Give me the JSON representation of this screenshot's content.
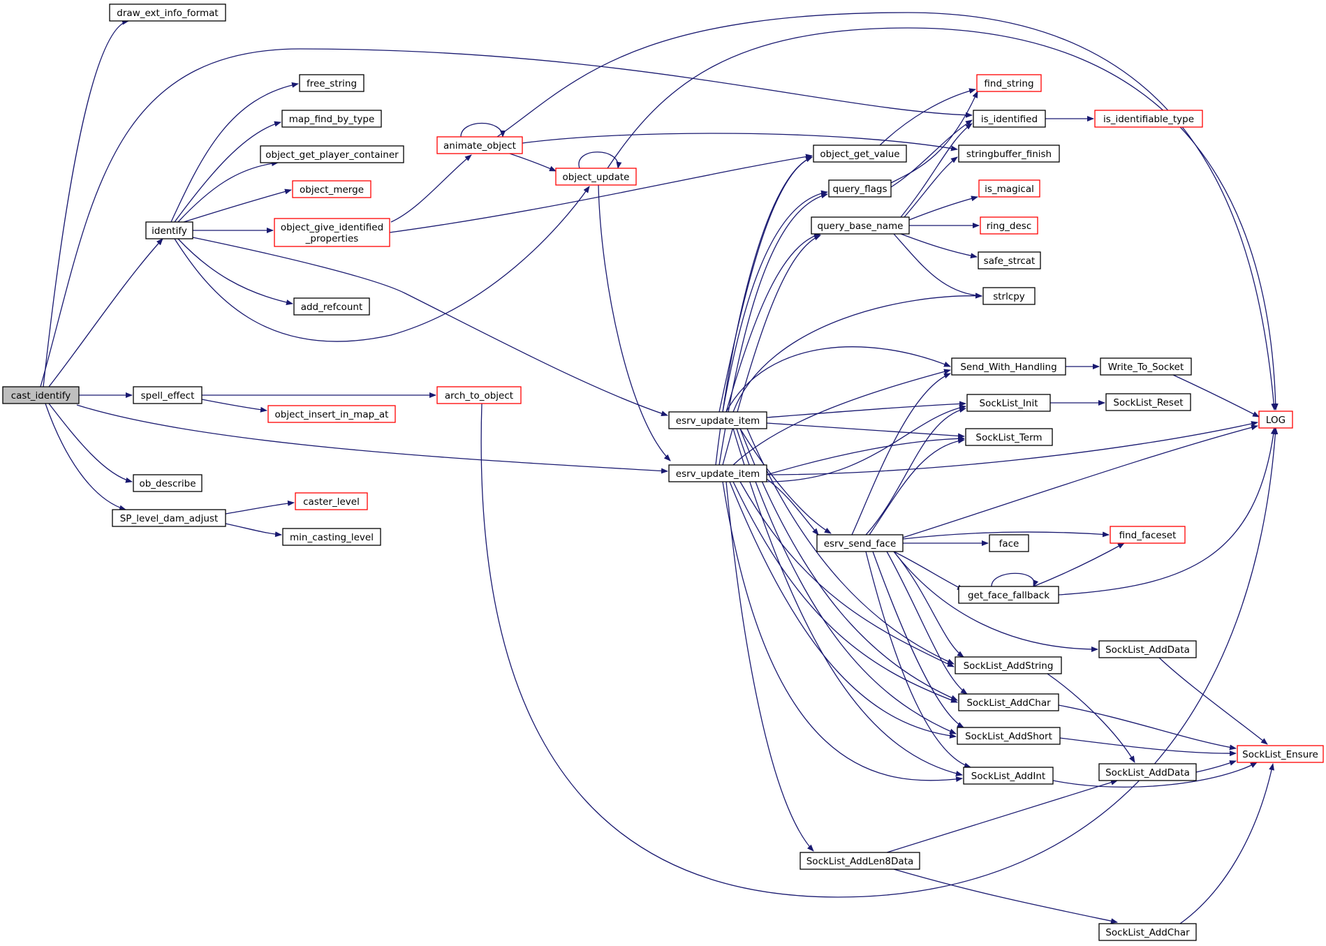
{
  "colors": {
    "edge": "#191970",
    "normal_border": "#000000",
    "incomplete_border": "#ff0000",
    "root_fill": "#bfbfbf"
  },
  "nodes": [
    {
      "id": "cast_identify",
      "label": "cast_identify",
      "kind": "root"
    },
    {
      "id": "draw_ext_info_format",
      "label": "draw_ext_info_format",
      "kind": "normal"
    },
    {
      "id": "identify",
      "label": "identify",
      "kind": "normal"
    },
    {
      "id": "spell_effect",
      "label": "spell_effect",
      "kind": "normal"
    },
    {
      "id": "ob_describe",
      "label": "ob_describe",
      "kind": "normal"
    },
    {
      "id": "SP_level_dam_adjust",
      "label": "SP_level_dam_adjust",
      "kind": "normal"
    },
    {
      "id": "free_string",
      "label": "free_string",
      "kind": "normal"
    },
    {
      "id": "map_find_by_type",
      "label": "map_find_by_type",
      "kind": "normal"
    },
    {
      "id": "object_get_player_container",
      "label": "object_get_player_container",
      "kind": "normal"
    },
    {
      "id": "object_merge",
      "label": "object_merge",
      "kind": "incomplete"
    },
    {
      "id": "object_give_identified_properties",
      "label": "object_give_identified\n_properties",
      "kind": "incomplete"
    },
    {
      "id": "add_refcount",
      "label": "add_refcount",
      "kind": "normal"
    },
    {
      "id": "object_insert_in_map_at",
      "label": "object_insert_in_map_at",
      "kind": "incomplete"
    },
    {
      "id": "caster_level",
      "label": "caster_level",
      "kind": "incomplete"
    },
    {
      "id": "min_casting_level",
      "label": "min_casting_level",
      "kind": "normal"
    },
    {
      "id": "animate_object",
      "label": "animate_object",
      "kind": "incomplete"
    },
    {
      "id": "object_update",
      "label": "object_update",
      "kind": "incomplete"
    },
    {
      "id": "arch_to_object",
      "label": "arch_to_object",
      "kind": "incomplete"
    },
    {
      "id": "esrv_update_item_1",
      "label": "esrv_update_item",
      "kind": "normal"
    },
    {
      "id": "esrv_update_item_2",
      "label": "esrv_update_item",
      "kind": "normal"
    },
    {
      "id": "object_get_value",
      "label": "object_get_value",
      "kind": "normal"
    },
    {
      "id": "query_flags",
      "label": "query_flags",
      "kind": "normal"
    },
    {
      "id": "query_base_name",
      "label": "query_base_name",
      "kind": "normal"
    },
    {
      "id": "esrv_send_face",
      "label": "esrv_send_face",
      "kind": "normal"
    },
    {
      "id": "SockList_AddLen8Data",
      "label": "SockList_AddLen8Data",
      "kind": "normal"
    },
    {
      "id": "find_string",
      "label": "find_string",
      "kind": "incomplete"
    },
    {
      "id": "is_identified",
      "label": "is_identified",
      "kind": "normal"
    },
    {
      "id": "stringbuffer_finish",
      "label": "stringbuffer_finish",
      "kind": "normal"
    },
    {
      "id": "is_magical",
      "label": "is_magical",
      "kind": "incomplete"
    },
    {
      "id": "ring_desc",
      "label": "ring_desc",
      "kind": "incomplete"
    },
    {
      "id": "safe_strcat",
      "label": "safe_strcat",
      "kind": "normal"
    },
    {
      "id": "strlcpy",
      "label": "strlcpy",
      "kind": "normal"
    },
    {
      "id": "Send_With_Handling",
      "label": "Send_With_Handling",
      "kind": "normal"
    },
    {
      "id": "SockList_Init",
      "label": "SockList_Init",
      "kind": "normal"
    },
    {
      "id": "SockList_Term",
      "label": "SockList_Term",
      "kind": "normal"
    },
    {
      "id": "face",
      "label": "face",
      "kind": "normal"
    },
    {
      "id": "get_face_fallback",
      "label": "get_face_fallback",
      "kind": "normal"
    },
    {
      "id": "SockList_AddString",
      "label": "SockList_AddString",
      "kind": "normal"
    },
    {
      "id": "SockList_AddChar",
      "label": "SockList_AddChar",
      "kind": "normal"
    },
    {
      "id": "SockList_AddShort",
      "label": "SockList_AddShort",
      "kind": "normal"
    },
    {
      "id": "SockList_AddInt",
      "label": "SockList_AddInt",
      "kind": "normal"
    },
    {
      "id": "is_identifiable_type",
      "label": "is_identifiable_type",
      "kind": "incomplete"
    },
    {
      "id": "Write_To_Socket",
      "label": "Write_To_Socket",
      "kind": "normal"
    },
    {
      "id": "SockList_Reset",
      "label": "SockList_Reset",
      "kind": "normal"
    },
    {
      "id": "find_faceset",
      "label": "find_faceset",
      "kind": "incomplete"
    },
    {
      "id": "SockList_AddData_1",
      "label": "SockList_AddData",
      "kind": "normal"
    },
    {
      "id": "SockList_AddData_2",
      "label": "SockList_AddData",
      "kind": "normal"
    },
    {
      "id": "SockList_AddChar_2",
      "label": "SockList_AddChar",
      "kind": "normal"
    },
    {
      "id": "LOG",
      "label": "LOG",
      "kind": "incomplete"
    },
    {
      "id": "SockList_Ensure",
      "label": "SockList_Ensure",
      "kind": "incomplete"
    }
  ]
}
